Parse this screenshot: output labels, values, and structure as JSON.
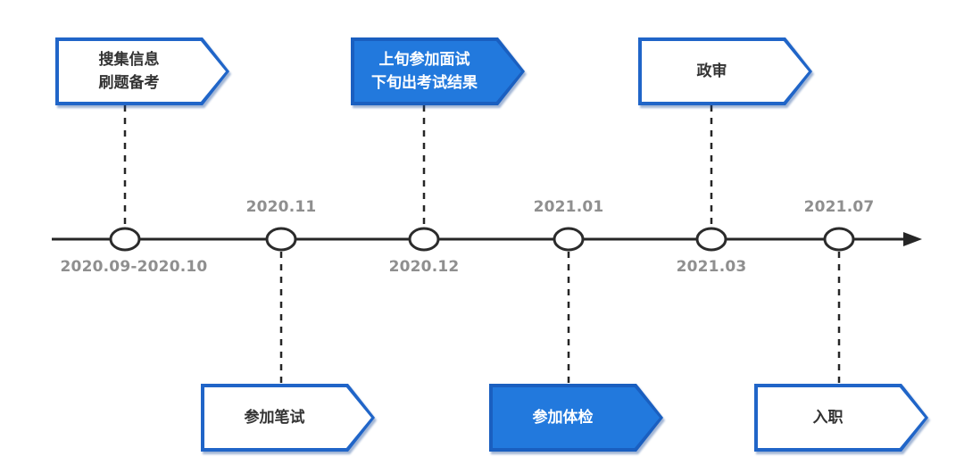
{
  "colors": {
    "background": "#ffffff",
    "axis": "#262626",
    "node_fill": "#ffffff",
    "node_border": "#2b2b2b",
    "date_text": "#8f8f8f",
    "outline_banner_border": "#2065c8",
    "outline_banner_fill": "#ffffff",
    "outline_banner_text": "#333333",
    "filled_banner_border": "#1a5fc0",
    "filled_banner_fill": "#2279dd",
    "filled_banner_text": "#ffffff"
  },
  "timeline": {
    "dates": [
      {
        "label": "2020.09-2020.10",
        "position": "below-axis"
      },
      {
        "label": "2020.11",
        "position": "above-axis"
      },
      {
        "label": "2020.12",
        "position": "below-axis"
      },
      {
        "label": "2021.01",
        "position": "above-axis"
      },
      {
        "label": "2021.03",
        "position": "below-axis"
      },
      {
        "label": "2021.07",
        "position": "above-axis"
      }
    ]
  },
  "banners": [
    {
      "label": "搜集信息\n刷题备考",
      "style": "outline",
      "side": "top",
      "attached_date": "2020.09-2020.10"
    },
    {
      "label": "参加笔试",
      "style": "outline",
      "side": "bottom",
      "attached_date": "2020.11"
    },
    {
      "label": "上旬参加面试\n下旬出考试结果",
      "style": "filled",
      "side": "top",
      "attached_date": "2020.12"
    },
    {
      "label": "参加体检",
      "style": "filled",
      "side": "bottom",
      "attached_date": "2021.01"
    },
    {
      "label": "政审",
      "style": "outline",
      "side": "top",
      "attached_date": "2021.03"
    },
    {
      "label": "入职",
      "style": "outline",
      "side": "bottom",
      "attached_date": "2021.07"
    }
  ]
}
